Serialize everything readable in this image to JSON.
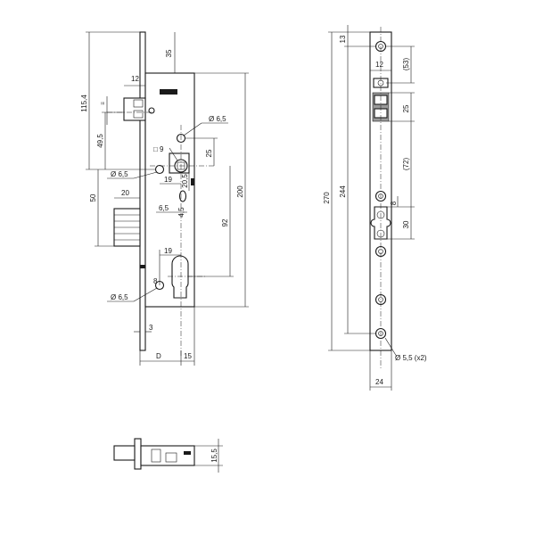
{
  "front_view": {
    "dim_35": "35",
    "dim_115_4": "115,4",
    "dim_12": "12",
    "dim_49_5": "49,5",
    "dim_phi_6_5_a": "Ø 6,5",
    "dim_9": "□ 9",
    "dim_25": "25",
    "dim_phi_6_5_b": "Ø 6,5",
    "dim_19_a": "19",
    "dim_20_5": "20,5",
    "dim_20": "20",
    "dim_50": "50",
    "dim_6_5": "6,5",
    "dim_4_5": "4,5",
    "dim_92": "92",
    "dim_200": "200",
    "dim_19_b": "19",
    "dim_8": "8",
    "dim_phi_6_5_c": "Ø 6,5",
    "dim_3": "3",
    "dim_D": "D",
    "dim_15": "15"
  },
  "side_view": {
    "dim_13": "13",
    "dim_12": "12",
    "dim_53": "(53)",
    "dim_25": "25",
    "dim_72": "(72)",
    "dim_8": "8",
    "dim_30": "30",
    "dim_270": "270",
    "dim_244": "244",
    "dim_phi_5_5": "Ø 5,5 (x2)",
    "dim_24": "24"
  },
  "bottom_view": {
    "dim_15_5": "15,5"
  }
}
